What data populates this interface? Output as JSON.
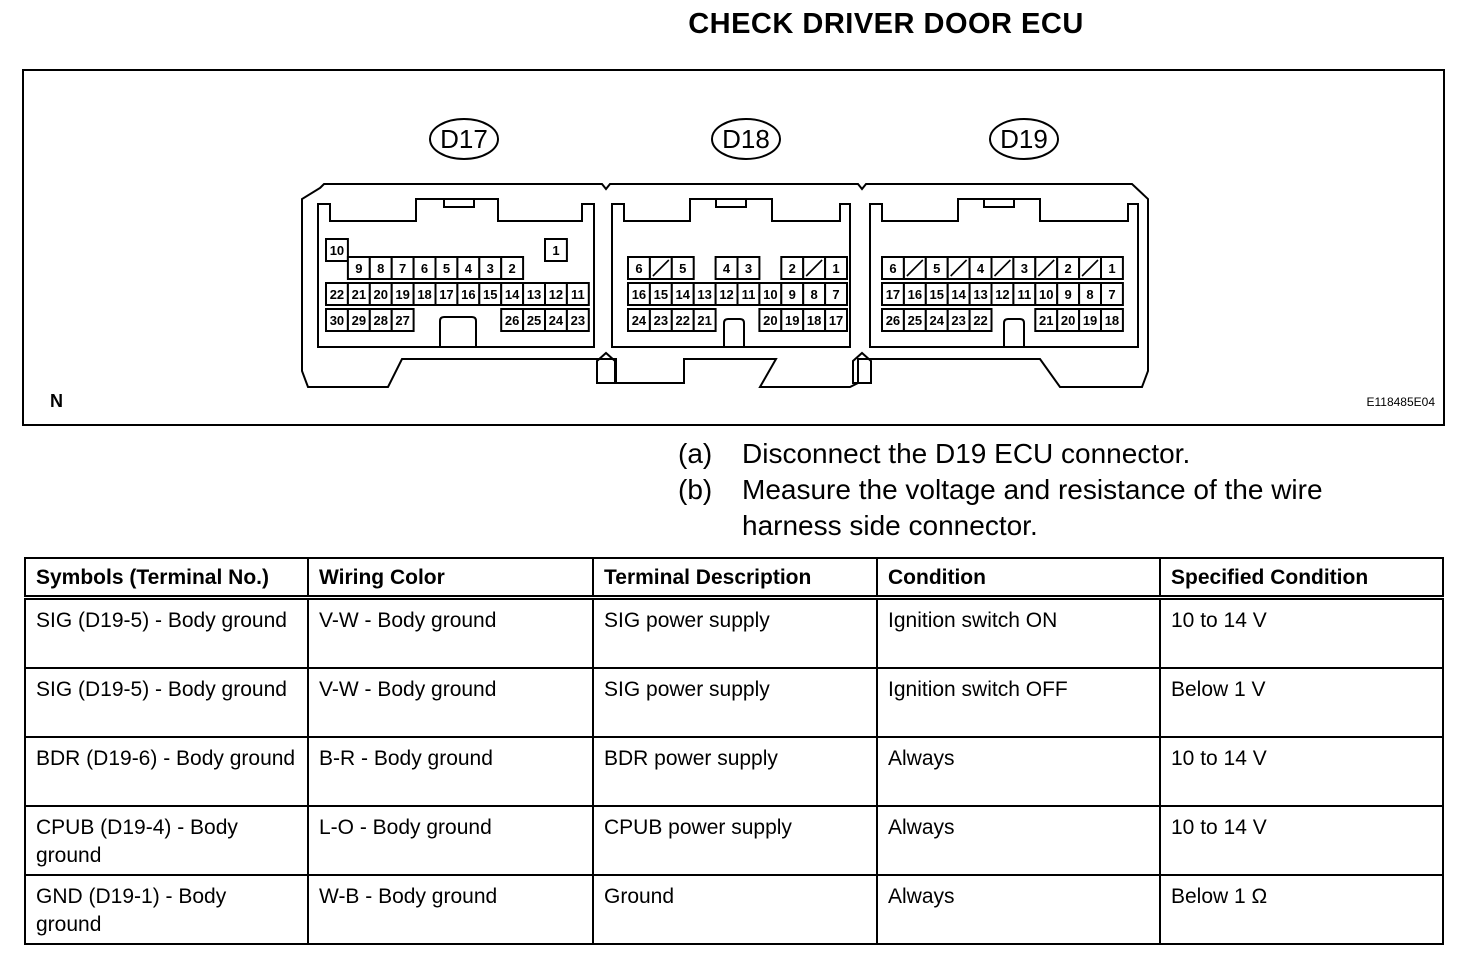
{
  "title": "CHECK DRIVER DOOR ECU",
  "figure": {
    "connectors": [
      {
        "label": "D17",
        "rows": [
          [
            "10",
            "",
            "",
            "",
            "",
            "",
            "",
            "",
            "",
            "",
            "1"
          ],
          [
            "",
            "9",
            "8",
            "7",
            "6",
            "5",
            "4",
            "3",
            "2",
            "",
            ""
          ],
          [
            "22",
            "21",
            "20",
            "19",
            "18",
            "17",
            "16",
            "15",
            "14",
            "13",
            "12",
            "11"
          ],
          [
            "30",
            "29",
            "28",
            "27",
            "",
            "",
            "",
            "",
            "26",
            "25",
            "24",
            "23"
          ]
        ]
      },
      {
        "label": "D18",
        "rows": [
          [
            "6",
            "/",
            "5",
            "",
            "4",
            "3",
            "",
            "2",
            "/",
            "1"
          ],
          [
            "16",
            "15",
            "14",
            "13",
            "12",
            "11",
            "10",
            "9",
            "8",
            "7"
          ],
          [
            "24",
            "23",
            "22",
            "21",
            "",
            "",
            "20",
            "19",
            "18",
            "17"
          ]
        ]
      },
      {
        "label": "D19",
        "rows": [
          [
            "6",
            "/",
            "5",
            "/",
            "4",
            "/",
            "3",
            "/",
            "2",
            "/",
            "1"
          ],
          [
            "17",
            "16",
            "15",
            "14",
            "13",
            "12",
            "11",
            "10",
            "9",
            "8",
            "7"
          ],
          [
            "26",
            "25",
            "24",
            "23",
            "22",
            "",
            "",
            "21",
            "20",
            "19",
            "18"
          ]
        ]
      }
    ],
    "corner_label": "N",
    "code": "E118485E04"
  },
  "steps": [
    {
      "marker": "(a)",
      "text": "Disconnect the D19 ECU connector."
    },
    {
      "marker": "(b)",
      "text": "Measure the voltage and resistance of the wire harness side connector."
    }
  ],
  "table": {
    "headers": [
      "Symbols (Terminal No.)",
      "Wiring Color",
      "Terminal Description",
      "Condition",
      "Specified Condition"
    ],
    "rows": [
      [
        "SIG (D19-5) - Body ground",
        "V-W - Body ground",
        "SIG power supply",
        "Ignition switch ON",
        "10 to 14 V"
      ],
      [
        "SIG (D19-5) - Body ground",
        "V-W - Body ground",
        "SIG power supply",
        "Ignition switch OFF",
        "Below 1 V"
      ],
      [
        "BDR (D19-6) - Body ground",
        "B-R - Body ground",
        "BDR power supply",
        "Always",
        "10 to 14 V"
      ],
      [
        "CPUB (D19-4) - Body ground",
        "L-O - Body ground",
        "CPUB power supply",
        "Always",
        "10 to 14 V"
      ],
      [
        "GND (D19-1) - Body ground",
        "W-B - Body ground",
        "Ground",
        "Always",
        "Below 1 Ω"
      ]
    ]
  }
}
